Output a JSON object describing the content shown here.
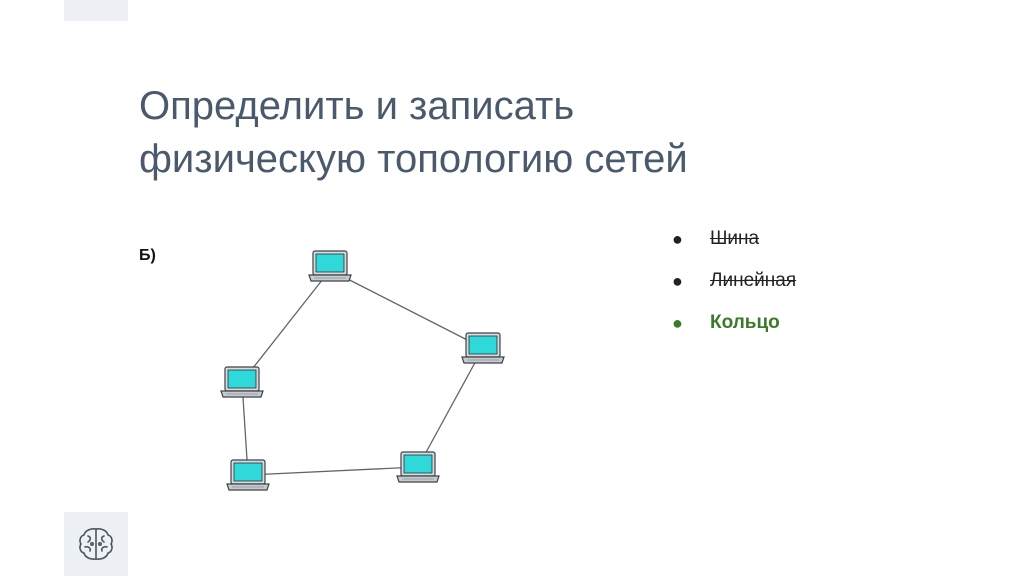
{
  "slide": {
    "title_lines": [
      "Определить и записать",
      "физическую топологию сетей"
    ],
    "label": "Б)"
  },
  "options": [
    {
      "text": "Шина ",
      "state": "struck"
    },
    {
      "text": "Линейная",
      "state": "struck"
    },
    {
      "text": "Кольцо",
      "state": "correct"
    }
  ],
  "diagram": {
    "nodes": [
      "laptop-top",
      "laptop-right",
      "laptop-bottom-right",
      "laptop-bottom-left",
      "laptop-left"
    ],
    "links": [
      [
        "laptop-top",
        "laptop-right"
      ],
      [
        "laptop-right",
        "laptop-bottom-right"
      ],
      [
        "laptop-bottom-right",
        "laptop-bottom-left"
      ],
      [
        "laptop-bottom-left",
        "laptop-left"
      ],
      [
        "laptop-left",
        "laptop-top"
      ]
    ]
  },
  "colors": {
    "title": "#4a5a6c",
    "correct": "#3b7a2a",
    "screen": "#2fd9d9",
    "accent_panel": "#edf0f4"
  },
  "icons": {
    "node": "laptop-icon",
    "logo": "brain-icon"
  }
}
